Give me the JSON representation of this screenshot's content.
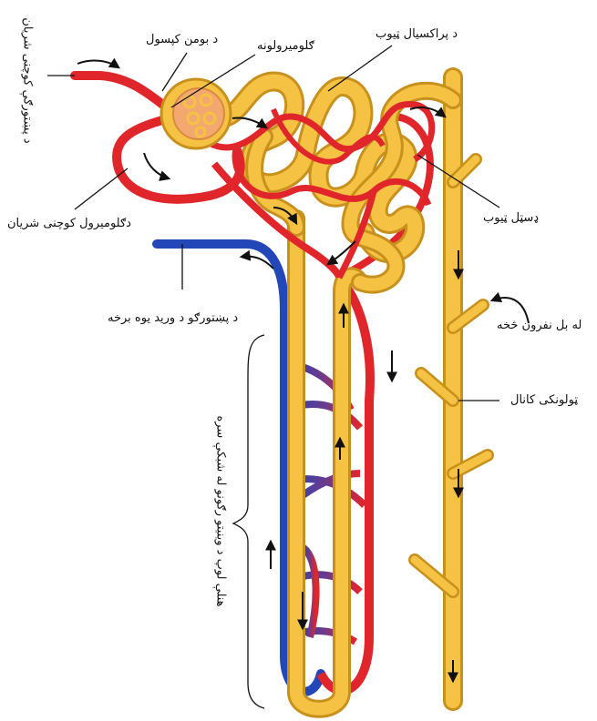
{
  "labels": {
    "afferent_arteriole": "د پښتورګې کوچنی شریان",
    "bowman_capsule": "د بومن کپسول",
    "glomerulus": "ګلومیرولونه",
    "proximal_tubule": "د پراکسیال ټیوب",
    "distal_tubule": "ډسټل ټیوب",
    "efferent_arteriole": "دګلومیرول کوچنی شریان",
    "renal_vein": "د پښتورګو د ورید یوه برخه",
    "other_nephron": "له بل نفرون څخه",
    "collecting_duct": "ټولونکی کانال",
    "capillary_network": "هنلې لوپ د وینیتو رګونو له شبکې سره"
  },
  "colors": {
    "tubule": "#f5c243",
    "tubule_edge": "#c8901c",
    "artery": "#e0262b",
    "vein": "#2346b8"
  }
}
